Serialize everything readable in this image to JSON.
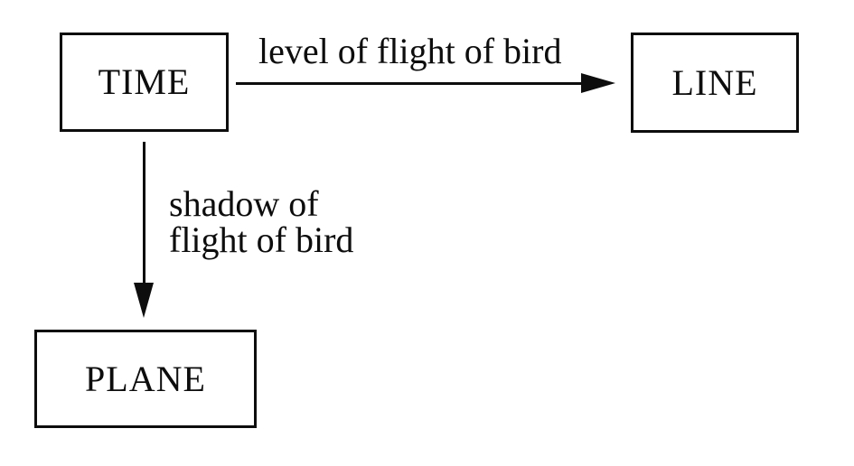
{
  "page": {
    "background_color": "#ffffff",
    "ink_color": "#0d0d0d"
  },
  "diagram": {
    "type": "concept-diagram",
    "nodes": [
      {
        "id": "time",
        "label": "TIME",
        "shape": "rectangle"
      },
      {
        "id": "line",
        "label": "LINE",
        "shape": "rectangle"
      },
      {
        "id": "plane",
        "label": "PLANE",
        "shape": "rectangle"
      }
    ],
    "edges": [
      {
        "from": "TIME",
        "to": "LINE",
        "direction": "right",
        "label": "level of flight of bird"
      },
      {
        "from": "TIME",
        "to": "PLANE",
        "direction": "down",
        "label": "shadow of flight of bird",
        "label_lines": [
          "shadow of",
          "flight of bird"
        ]
      }
    ]
  }
}
